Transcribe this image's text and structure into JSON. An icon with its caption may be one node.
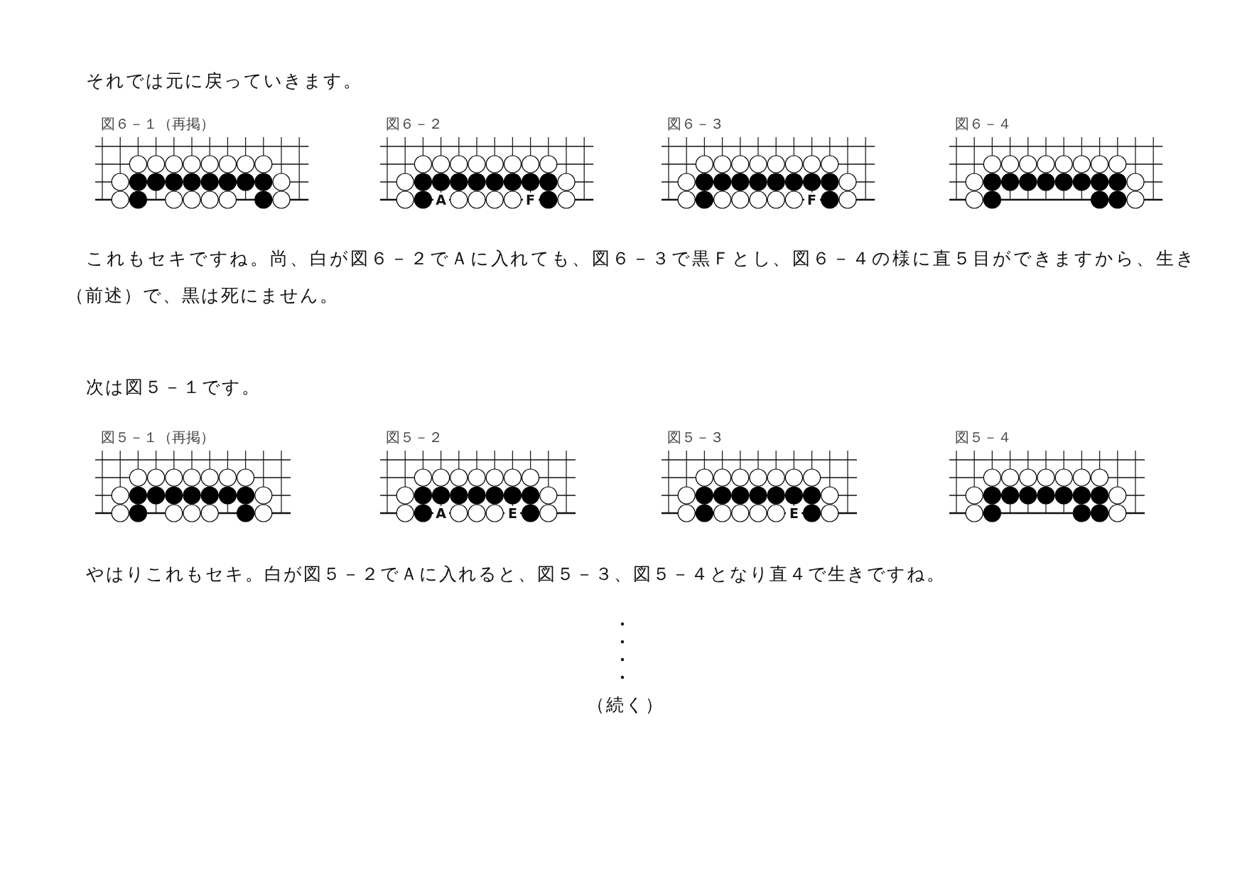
{
  "diagram": {
    "nodes": [
      {
        "text": [
          "図６－１（再掲）"
        ]
      },
      {
        "text": [
          "図６－２",
          "A",
          "F"
        ]
      },
      {
        "text": [
          "図６－３",
          "F"
        ]
      },
      {
        "text": [
          "図６－４"
        ]
      },
      {
        "text": [
          "図５－１（再掲）"
        ]
      },
      {
        "text": [
          "図５－２",
          "A",
          "E"
        ]
      },
      {
        "text": [
          "図５－３",
          "E"
        ]
      },
      {
        "text": [
          "図５－４"
        ]
      }
    ],
    "labels": [
      "それでは元に戻っていきます。",
      "これもセキですね。尚、白が図６－２でＡに入れても、図６－３で黒Ｆとし、図６－４の様に直５目ができますから、生き（前述）で、黒は死にません。",
      "次は図５－１です。",
      "やはりこれもセキ。白が図５－２でＡに入れると、図５－３、図５－４となり直４で生きですね。",
      "（続く）"
    ]
  }
}
